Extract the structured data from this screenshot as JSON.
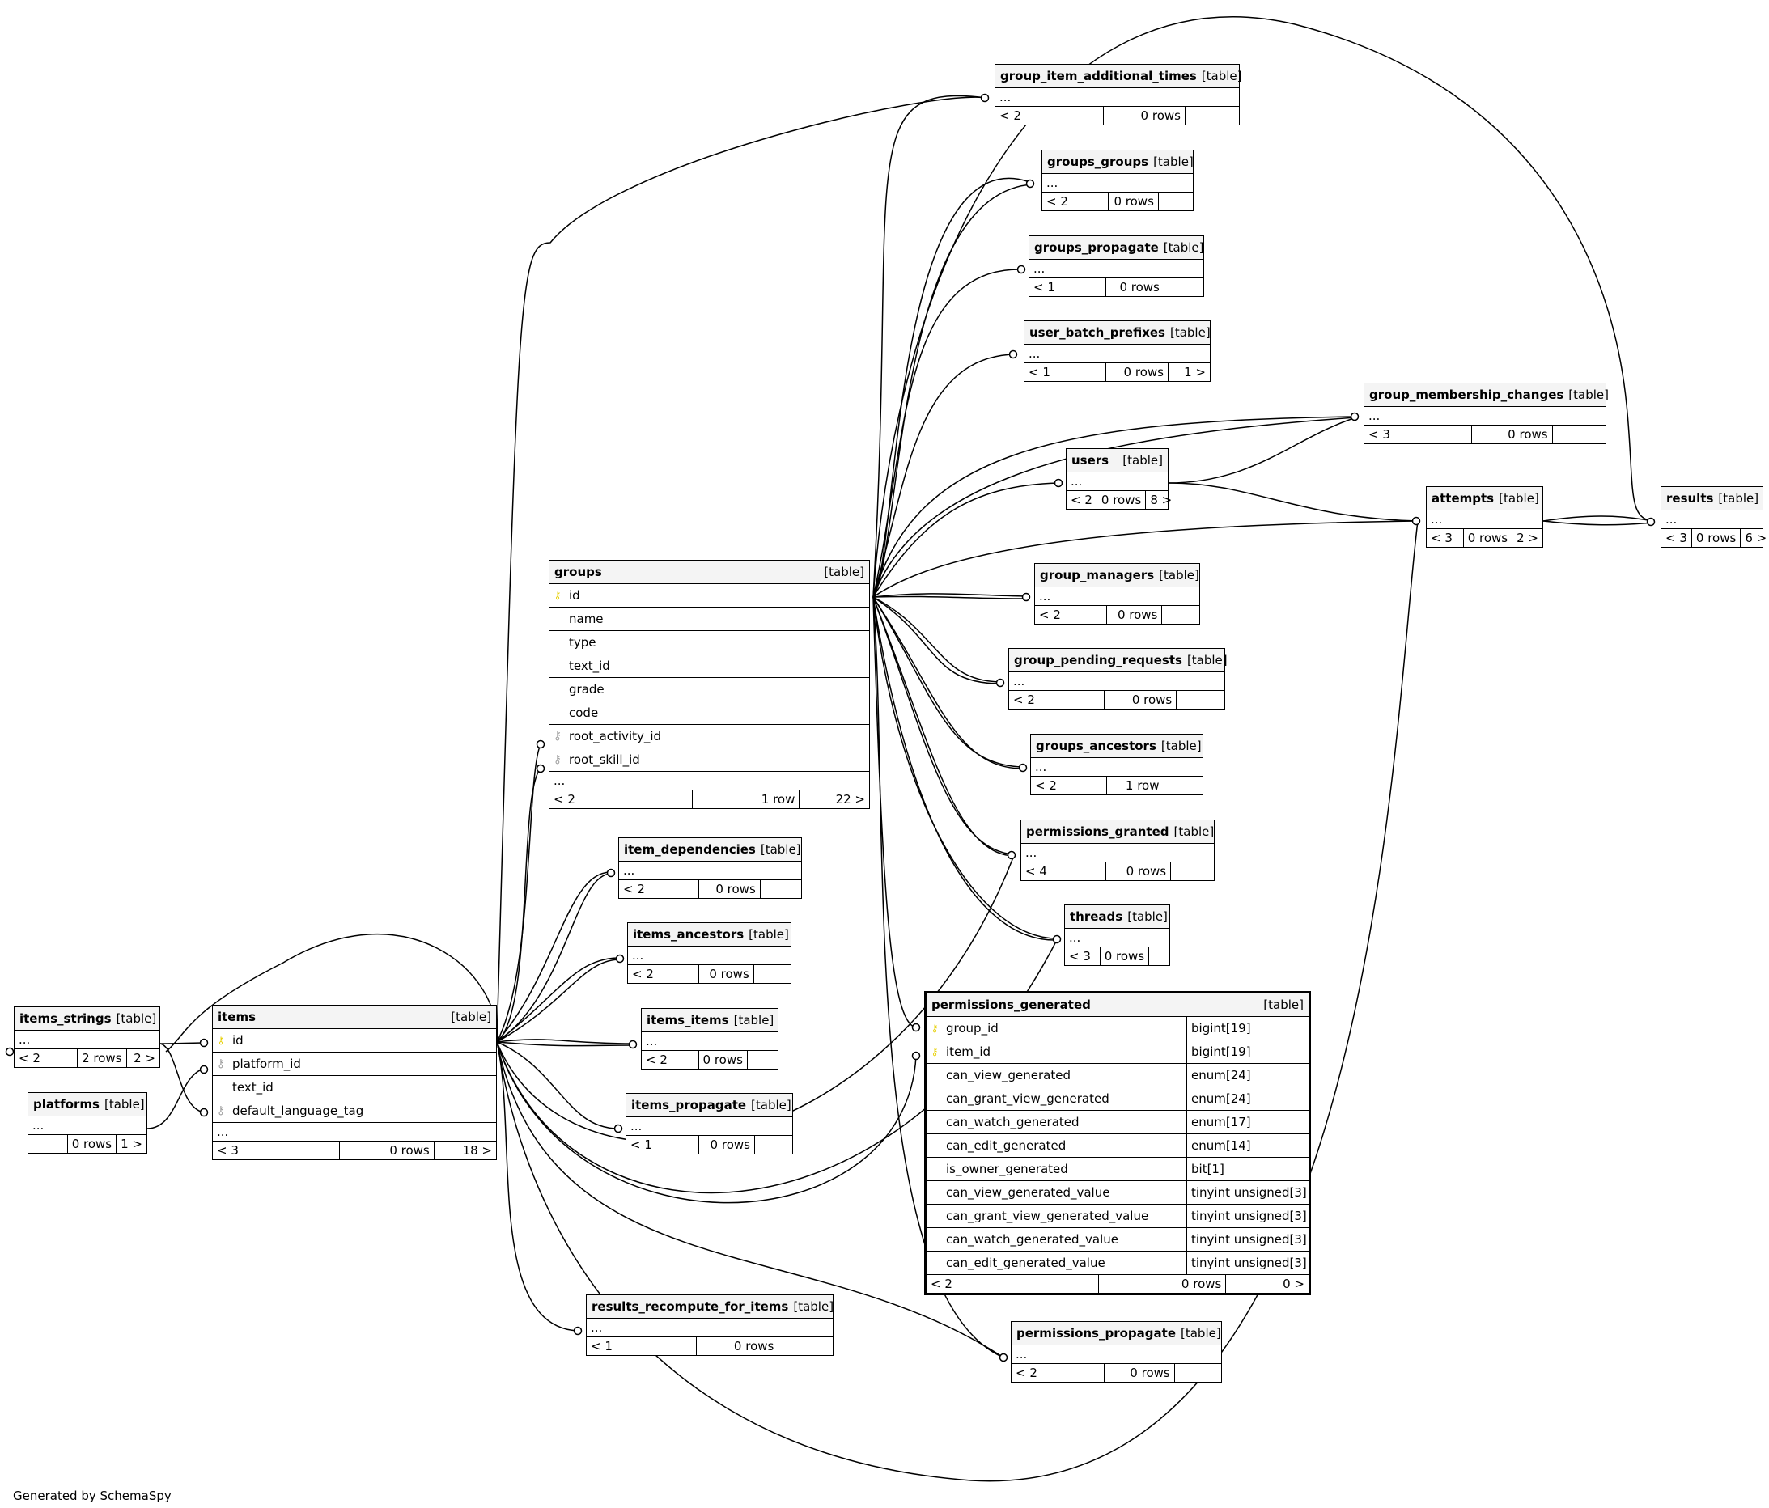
{
  "diagram": {
    "footer_text": "Generated by SchemaSpy",
    "tables": {
      "group_item_additional_times": {
        "name": "group_item_additional_times",
        "tag": "[table]",
        "rows": [],
        "dots": "...",
        "foot": [
          "< 2",
          "0 rows",
          ""
        ]
      },
      "groups_groups": {
        "name": "groups_groups",
        "tag": "[table]",
        "rows": [],
        "dots": "...",
        "foot": [
          "< 2",
          "0 rows",
          ""
        ]
      },
      "groups_propagate": {
        "name": "groups_propagate",
        "tag": "[table]",
        "rows": [],
        "dots": "...",
        "foot": [
          "< 1",
          "0 rows",
          ""
        ]
      },
      "user_batch_prefixes": {
        "name": "user_batch_prefixes",
        "tag": "[table]",
        "rows": [],
        "dots": "...",
        "foot": [
          "< 1",
          "0 rows",
          "1 >"
        ]
      },
      "group_membership_changes": {
        "name": "group_membership_changes",
        "tag": "[table]",
        "rows": [],
        "dots": "...",
        "foot": [
          "< 3",
          "0 rows",
          ""
        ]
      },
      "users": {
        "name": "users",
        "tag": "[table]",
        "rows": [],
        "dots": "...",
        "foot": [
          "< 2",
          "0 rows",
          "8 >"
        ]
      },
      "attempts": {
        "name": "attempts",
        "tag": "[table]",
        "rows": [],
        "dots": "...",
        "foot": [
          "< 3",
          "0 rows",
          "2 >"
        ]
      },
      "results": {
        "name": "results",
        "tag": "[table]",
        "rows": [],
        "dots": "...",
        "foot": [
          "< 3",
          "0 rows",
          "6 >"
        ]
      },
      "groups": {
        "name": "groups",
        "tag": "[table]",
        "rows": [
          {
            "key": "pk",
            "col": "id"
          },
          {
            "key": "",
            "col": "name"
          },
          {
            "key": "",
            "col": "type"
          },
          {
            "key": "",
            "col": "text_id"
          },
          {
            "key": "",
            "col": "grade"
          },
          {
            "key": "",
            "col": "code"
          },
          {
            "key": "fk",
            "col": "root_activity_id"
          },
          {
            "key": "fk",
            "col": "root_skill_id"
          }
        ],
        "dots": "...",
        "foot": [
          "< 2",
          "1 row",
          "22 >"
        ]
      },
      "group_managers": {
        "name": "group_managers",
        "tag": "[table]",
        "rows": [],
        "dots": "...",
        "foot": [
          "< 2",
          "0 rows",
          ""
        ]
      },
      "group_pending_requests": {
        "name": "group_pending_requests",
        "tag": "[table]",
        "rows": [],
        "dots": "...",
        "foot": [
          "< 2",
          "0 rows",
          ""
        ]
      },
      "groups_ancestors": {
        "name": "groups_ancestors",
        "tag": "[table]",
        "rows": [],
        "dots": "...",
        "foot": [
          "< 2",
          "1 row",
          ""
        ]
      },
      "permissions_granted": {
        "name": "permissions_granted",
        "tag": "[table]",
        "rows": [],
        "dots": "...",
        "foot": [
          "< 4",
          "0 rows",
          ""
        ]
      },
      "threads": {
        "name": "threads",
        "tag": "[table]",
        "rows": [],
        "dots": "...",
        "foot": [
          "< 3",
          "0 rows",
          ""
        ]
      },
      "item_dependencies": {
        "name": "item_dependencies",
        "tag": "[table]",
        "rows": [],
        "dots": "...",
        "foot": [
          "< 2",
          "0 rows",
          ""
        ]
      },
      "items_ancestors": {
        "name": "items_ancestors",
        "tag": "[table]",
        "rows": [],
        "dots": "...",
        "foot": [
          "< 2",
          "0 rows",
          ""
        ]
      },
      "items_items": {
        "name": "items_items",
        "tag": "[table]",
        "rows": [],
        "dots": "...",
        "foot": [
          "< 2",
          "0 rows",
          ""
        ]
      },
      "items_propagate": {
        "name": "items_propagate",
        "tag": "[table]",
        "rows": [],
        "dots": "...",
        "foot": [
          "< 1",
          "0 rows",
          ""
        ]
      },
      "items_strings": {
        "name": "items_strings",
        "tag": "[table]",
        "rows": [],
        "dots": "...",
        "foot": [
          "< 2",
          "2 rows",
          "2 >"
        ]
      },
      "platforms": {
        "name": "platforms",
        "tag": "[table]",
        "rows": [],
        "dots": "...",
        "foot": [
          "",
          "0 rows",
          "1 >"
        ]
      },
      "items": {
        "name": "items",
        "tag": "[table]",
        "rows": [
          {
            "key": "pk",
            "col": "id"
          },
          {
            "key": "fk",
            "col": "platform_id"
          },
          {
            "key": "",
            "col": "text_id"
          },
          {
            "key": "fk",
            "col": "default_language_tag"
          }
        ],
        "dots": "...",
        "foot": [
          "< 3",
          "0 rows",
          "18 >"
        ]
      },
      "permissions_generated": {
        "name": "permissions_generated",
        "tag": "[table]",
        "rows": [
          {
            "key": "pk",
            "col": "group_id",
            "type": "bigint[19]"
          },
          {
            "key": "pk",
            "col": "item_id",
            "type": "bigint[19]"
          },
          {
            "key": "",
            "col": "can_view_generated",
            "type": "enum[24]"
          },
          {
            "key": "",
            "col": "can_grant_view_generated",
            "type": "enum[24]"
          },
          {
            "key": "",
            "col": "can_watch_generated",
            "type": "enum[17]"
          },
          {
            "key": "",
            "col": "can_edit_generated",
            "type": "enum[14]"
          },
          {
            "key": "",
            "col": "is_owner_generated",
            "type": "bit[1]"
          },
          {
            "key": "",
            "col": "can_view_generated_value",
            "type": "tinyint unsigned[3]"
          },
          {
            "key": "",
            "col": "can_grant_view_generated_value",
            "type": "tinyint unsigned[3]"
          },
          {
            "key": "",
            "col": "can_watch_generated_value",
            "type": "tinyint unsigned[3]"
          },
          {
            "key": "",
            "col": "can_edit_generated_value",
            "type": "tinyint unsigned[3]"
          }
        ],
        "foot": [
          "< 2",
          "0 rows",
          "0 >"
        ]
      },
      "results_recompute_for_items": {
        "name": "results_recompute_for_items",
        "tag": "[table]",
        "rows": [],
        "dots": "...",
        "foot": [
          "< 1",
          "0 rows",
          ""
        ]
      },
      "permissions_propagate": {
        "name": "permissions_propagate",
        "tag": "[table]",
        "rows": [],
        "dots": "...",
        "foot": [
          "< 2",
          "0 rows",
          ""
        ]
      }
    }
  }
}
